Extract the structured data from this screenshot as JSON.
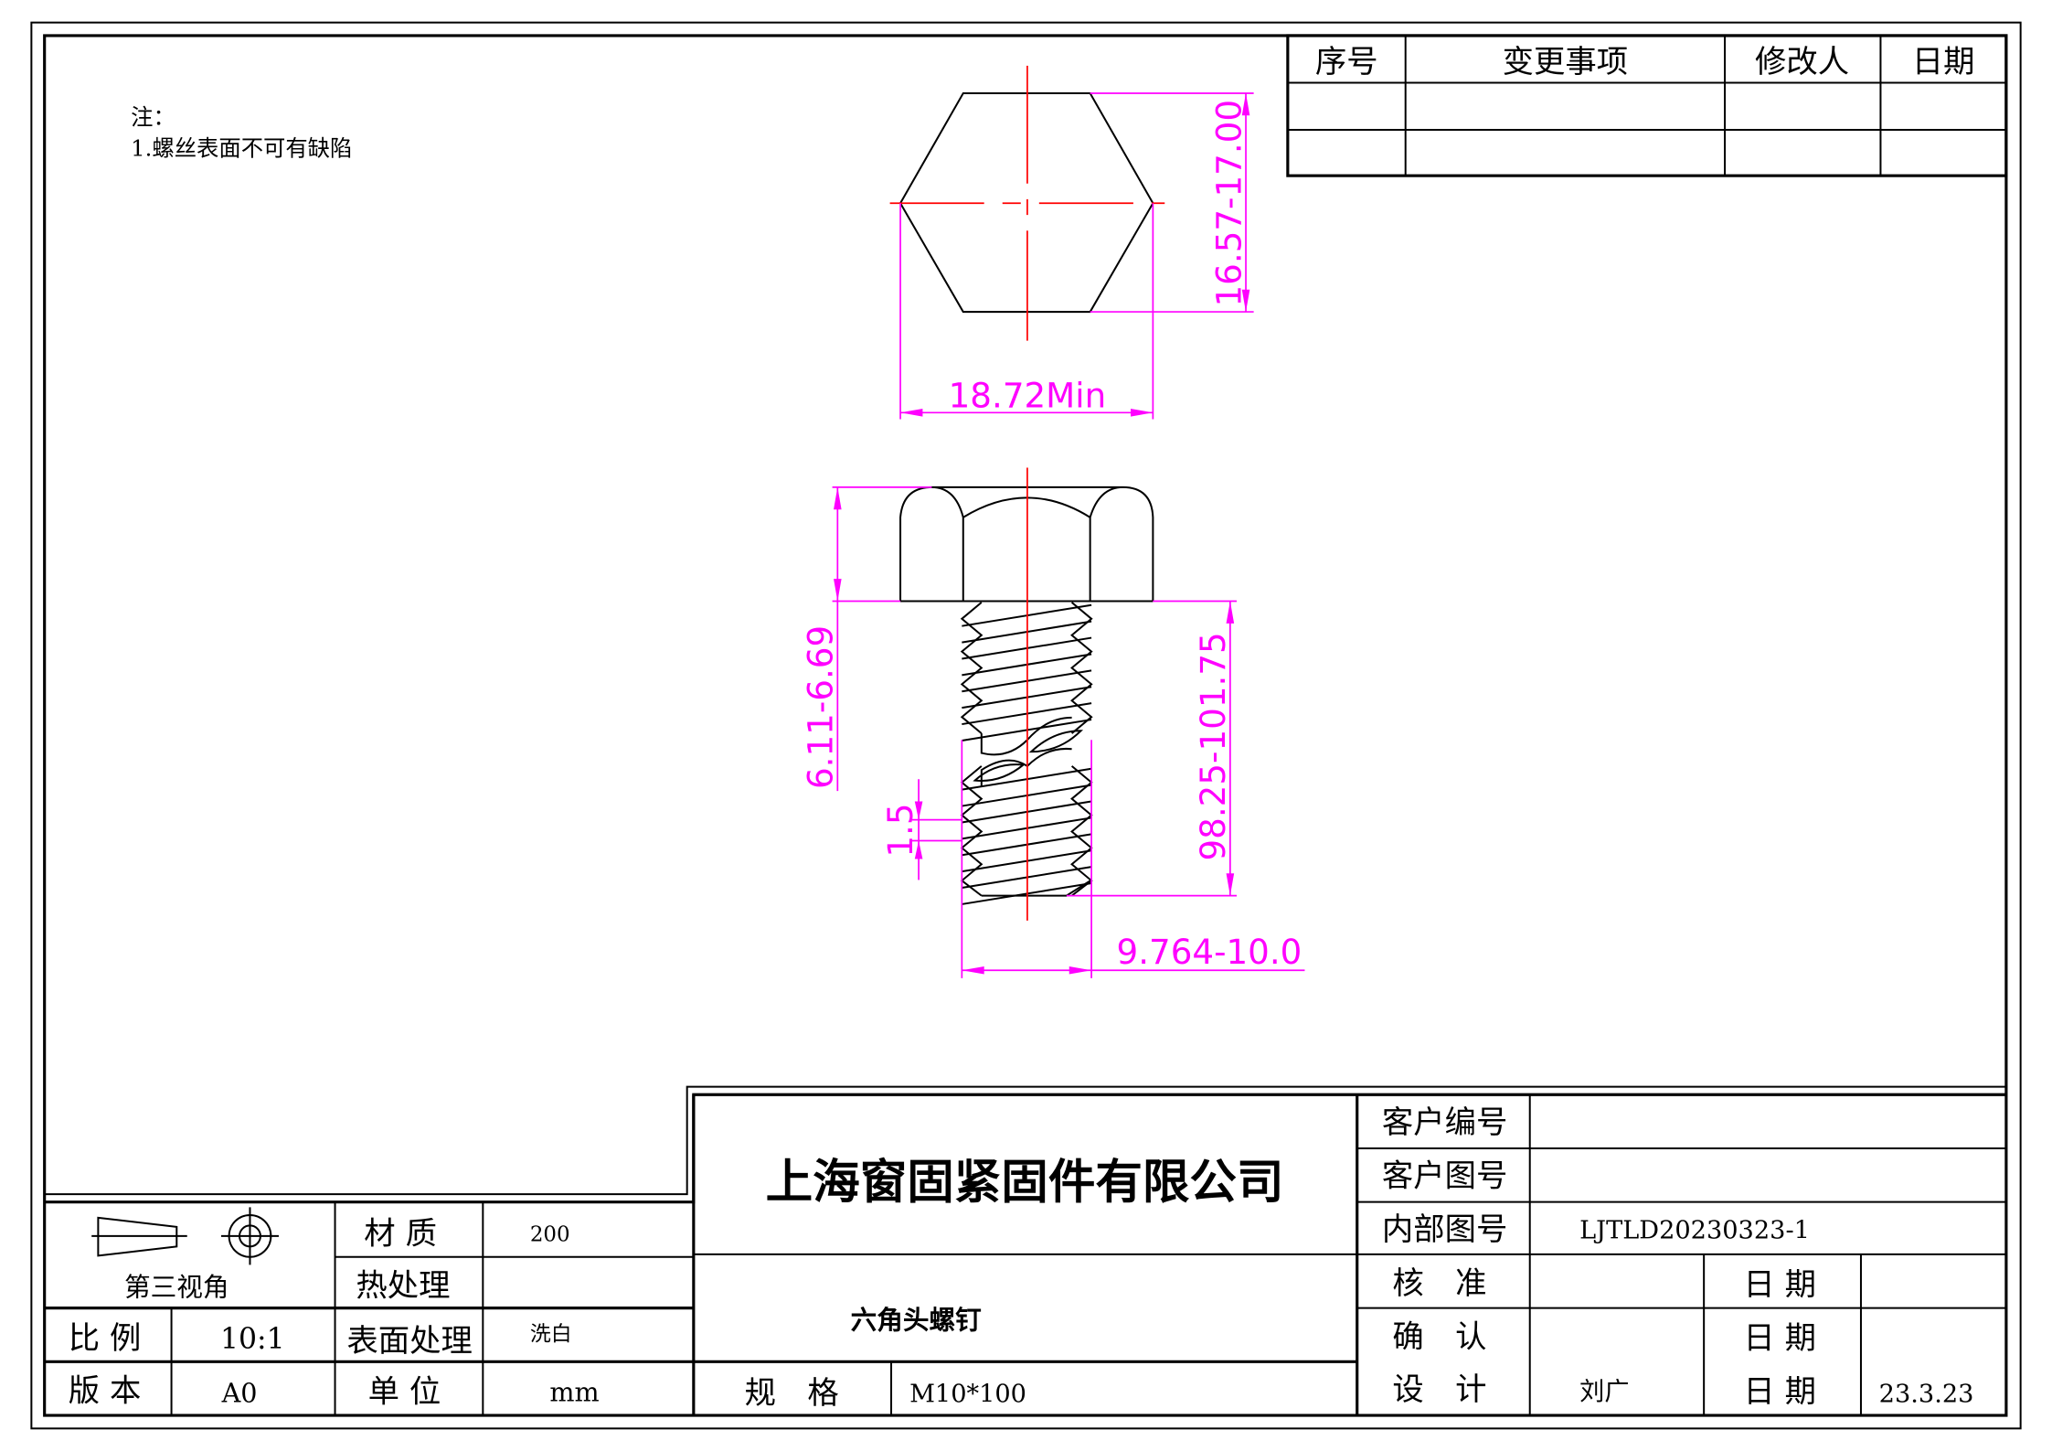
{
  "notes": {
    "title": "注：",
    "items": [
      "1.螺丝表面不可有缺陷"
    ]
  },
  "revision_table": {
    "headers": [
      "序号",
      "变更事项",
      "修改人",
      "日期"
    ],
    "rows": [
      [
        "",
        "",
        "",
        ""
      ],
      [
        "",
        "",
        "",
        ""
      ]
    ]
  },
  "dimensions": {
    "hex_height": "16.57-17.00",
    "hex_width": "18.72Min",
    "head_height": "6.11-6.69",
    "length": "98.25-101.75",
    "pitch": "1.5",
    "diameter": "9.764-10.0"
  },
  "title_block": {
    "projection_label": "第三视角",
    "material_label": "材 质",
    "material_value": "200",
    "heat_label": "热处理",
    "heat_value": "",
    "scale_label": "比 例",
    "scale_value": "10:1",
    "surface_label": "表面处理",
    "surface_value": "洗白",
    "version_label": "版 本",
    "version_value": "A0",
    "unit_label": "单 位",
    "unit_value": "mm",
    "company": "上海窗固紧固件有限公司",
    "part_name": "六角头螺钉",
    "spec_label": "规　格",
    "spec_value": "M10*100",
    "customer_no_label": "客户编号",
    "customer_no_value": "",
    "customer_drawing_label": "客户图号",
    "customer_drawing_value": "",
    "internal_drawing_label": "内部图号",
    "internal_drawing_value": "LJTLD20230323-1",
    "approve_label": "核　准",
    "approve_value": "",
    "approve_date_label": "日 期",
    "approve_date_value": "",
    "confirm_label": "确　认",
    "confirm_value": "",
    "confirm_date_label": "日 期",
    "confirm_date_value": "",
    "design_label": "设　计",
    "design_value": "刘广",
    "design_date_label": "日 期",
    "design_date_value": "23.3.23"
  },
  "colors": {
    "dimension": "#ff00ff",
    "centerline": "#ff0000",
    "line": "#000000"
  }
}
